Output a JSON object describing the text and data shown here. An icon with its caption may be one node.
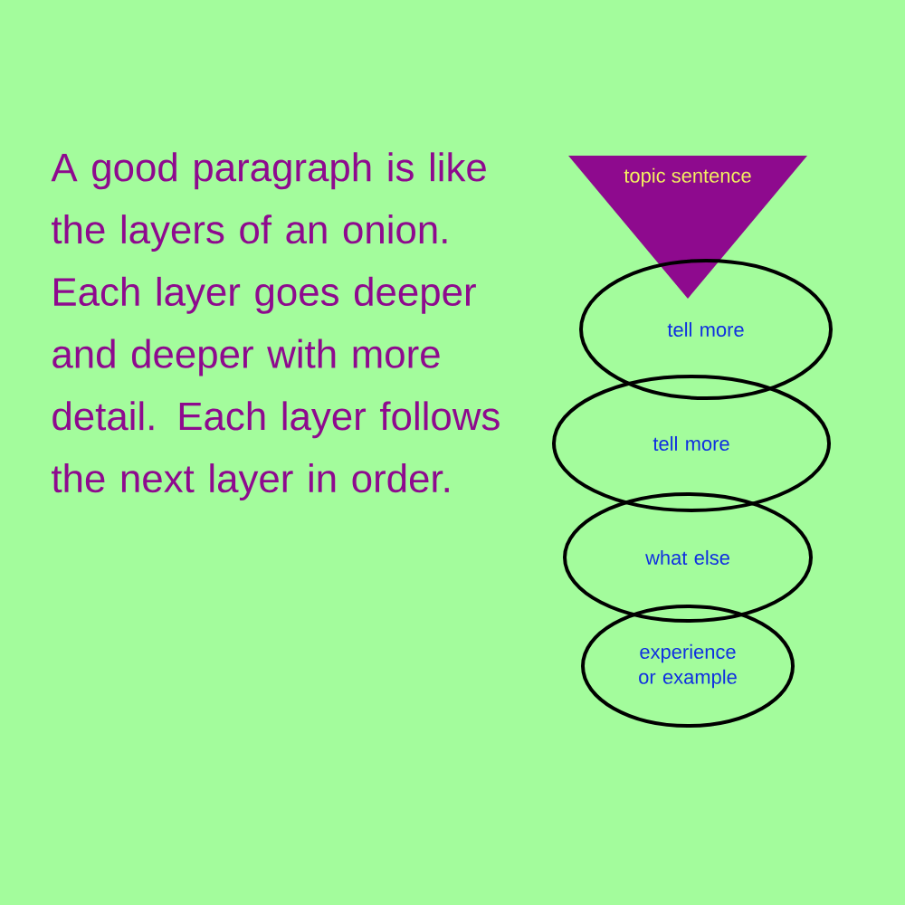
{
  "diagram": {
    "nodes": [
      {
        "text": [
          "topic sentence"
        ]
      },
      {
        "text": [
          "tell more"
        ]
      },
      {
        "text": [
          "tell more"
        ]
      },
      {
        "text": [
          "what else"
        ]
      },
      {
        "text": [
          "experience or example"
        ]
      }
    ],
    "labels": [
      "A good paragraph is like the layers of an onion. Each layer goes deeper and deeper with more detail. Each layer follows the next layer in order."
    ]
  }
}
